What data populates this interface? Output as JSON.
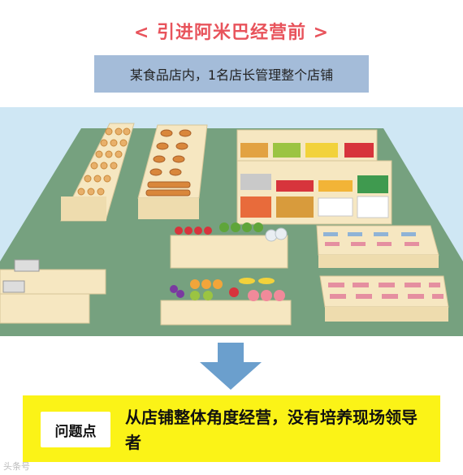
{
  "title": "< 引进阿米巴经营前 >",
  "subtitle": "某食品店内，1名店长管理整个店铺",
  "problem": {
    "label": "问题点",
    "text": "从店铺整体角度经营，没有培养现场领导者"
  },
  "watermark": "头条号",
  "colors": {
    "title": "#e8535b",
    "subtitle_bg": "#a4bcd9",
    "sky": "#cfe7f4",
    "floor": "#76a17f",
    "counter": "#f6e7c1",
    "arrow": "#6b9fcd",
    "problem_bg": "#fbf317"
  }
}
